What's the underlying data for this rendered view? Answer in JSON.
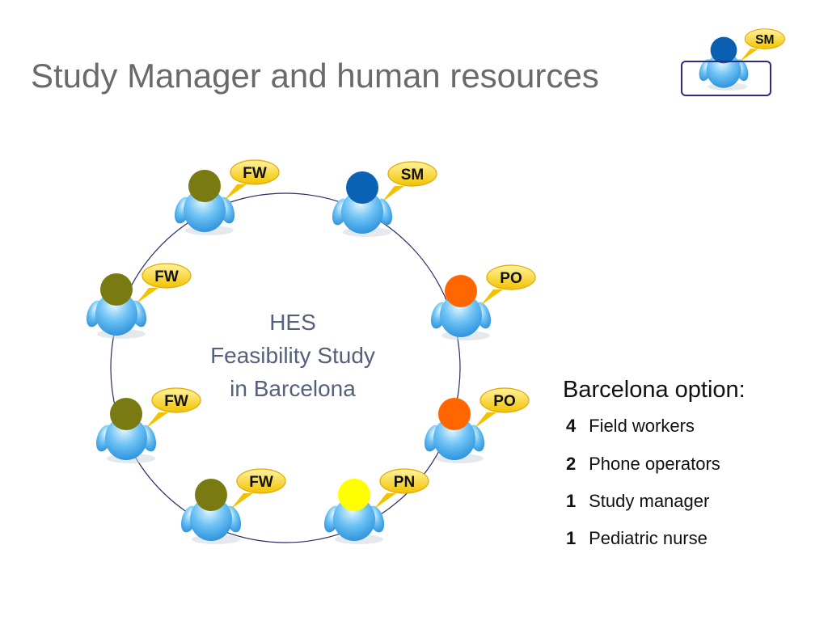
{
  "slide": {
    "title": "Study Manager and human resources",
    "hub": {
      "line1": "HES",
      "line2": "Feasibility Study",
      "line3": "in Barcelona"
    }
  },
  "corner_icon": {
    "role": "SM",
    "head_color": "#0b5fb3"
  },
  "people": [
    {
      "name": "person-fw-1",
      "role": "FW",
      "head_color": "#7a7a12"
    },
    {
      "name": "person-sm",
      "role": "SM",
      "head_color": "#0b62b5"
    },
    {
      "name": "person-po-1",
      "role": "PO",
      "head_color": "#ff6600"
    },
    {
      "name": "person-po-2",
      "role": "PO",
      "head_color": "#ff6600"
    },
    {
      "name": "person-pn",
      "role": "PN",
      "head_color": "#ffff00"
    },
    {
      "name": "person-fw-4",
      "role": "FW",
      "head_color": "#7a7a12"
    },
    {
      "name": "person-fw-3",
      "role": "FW",
      "head_color": "#7a7a12"
    },
    {
      "name": "person-fw-2",
      "role": "FW",
      "head_color": "#7a7a12"
    }
  ],
  "option": {
    "heading": "Barcelona option:",
    "items": [
      {
        "count": "4",
        "label": "Field workers"
      },
      {
        "count": "2",
        "label": "Phone operators"
      },
      {
        "count": "1",
        "label": "Study manager"
      },
      {
        "count": "1",
        "label": "Pediatric nurse"
      }
    ]
  }
}
